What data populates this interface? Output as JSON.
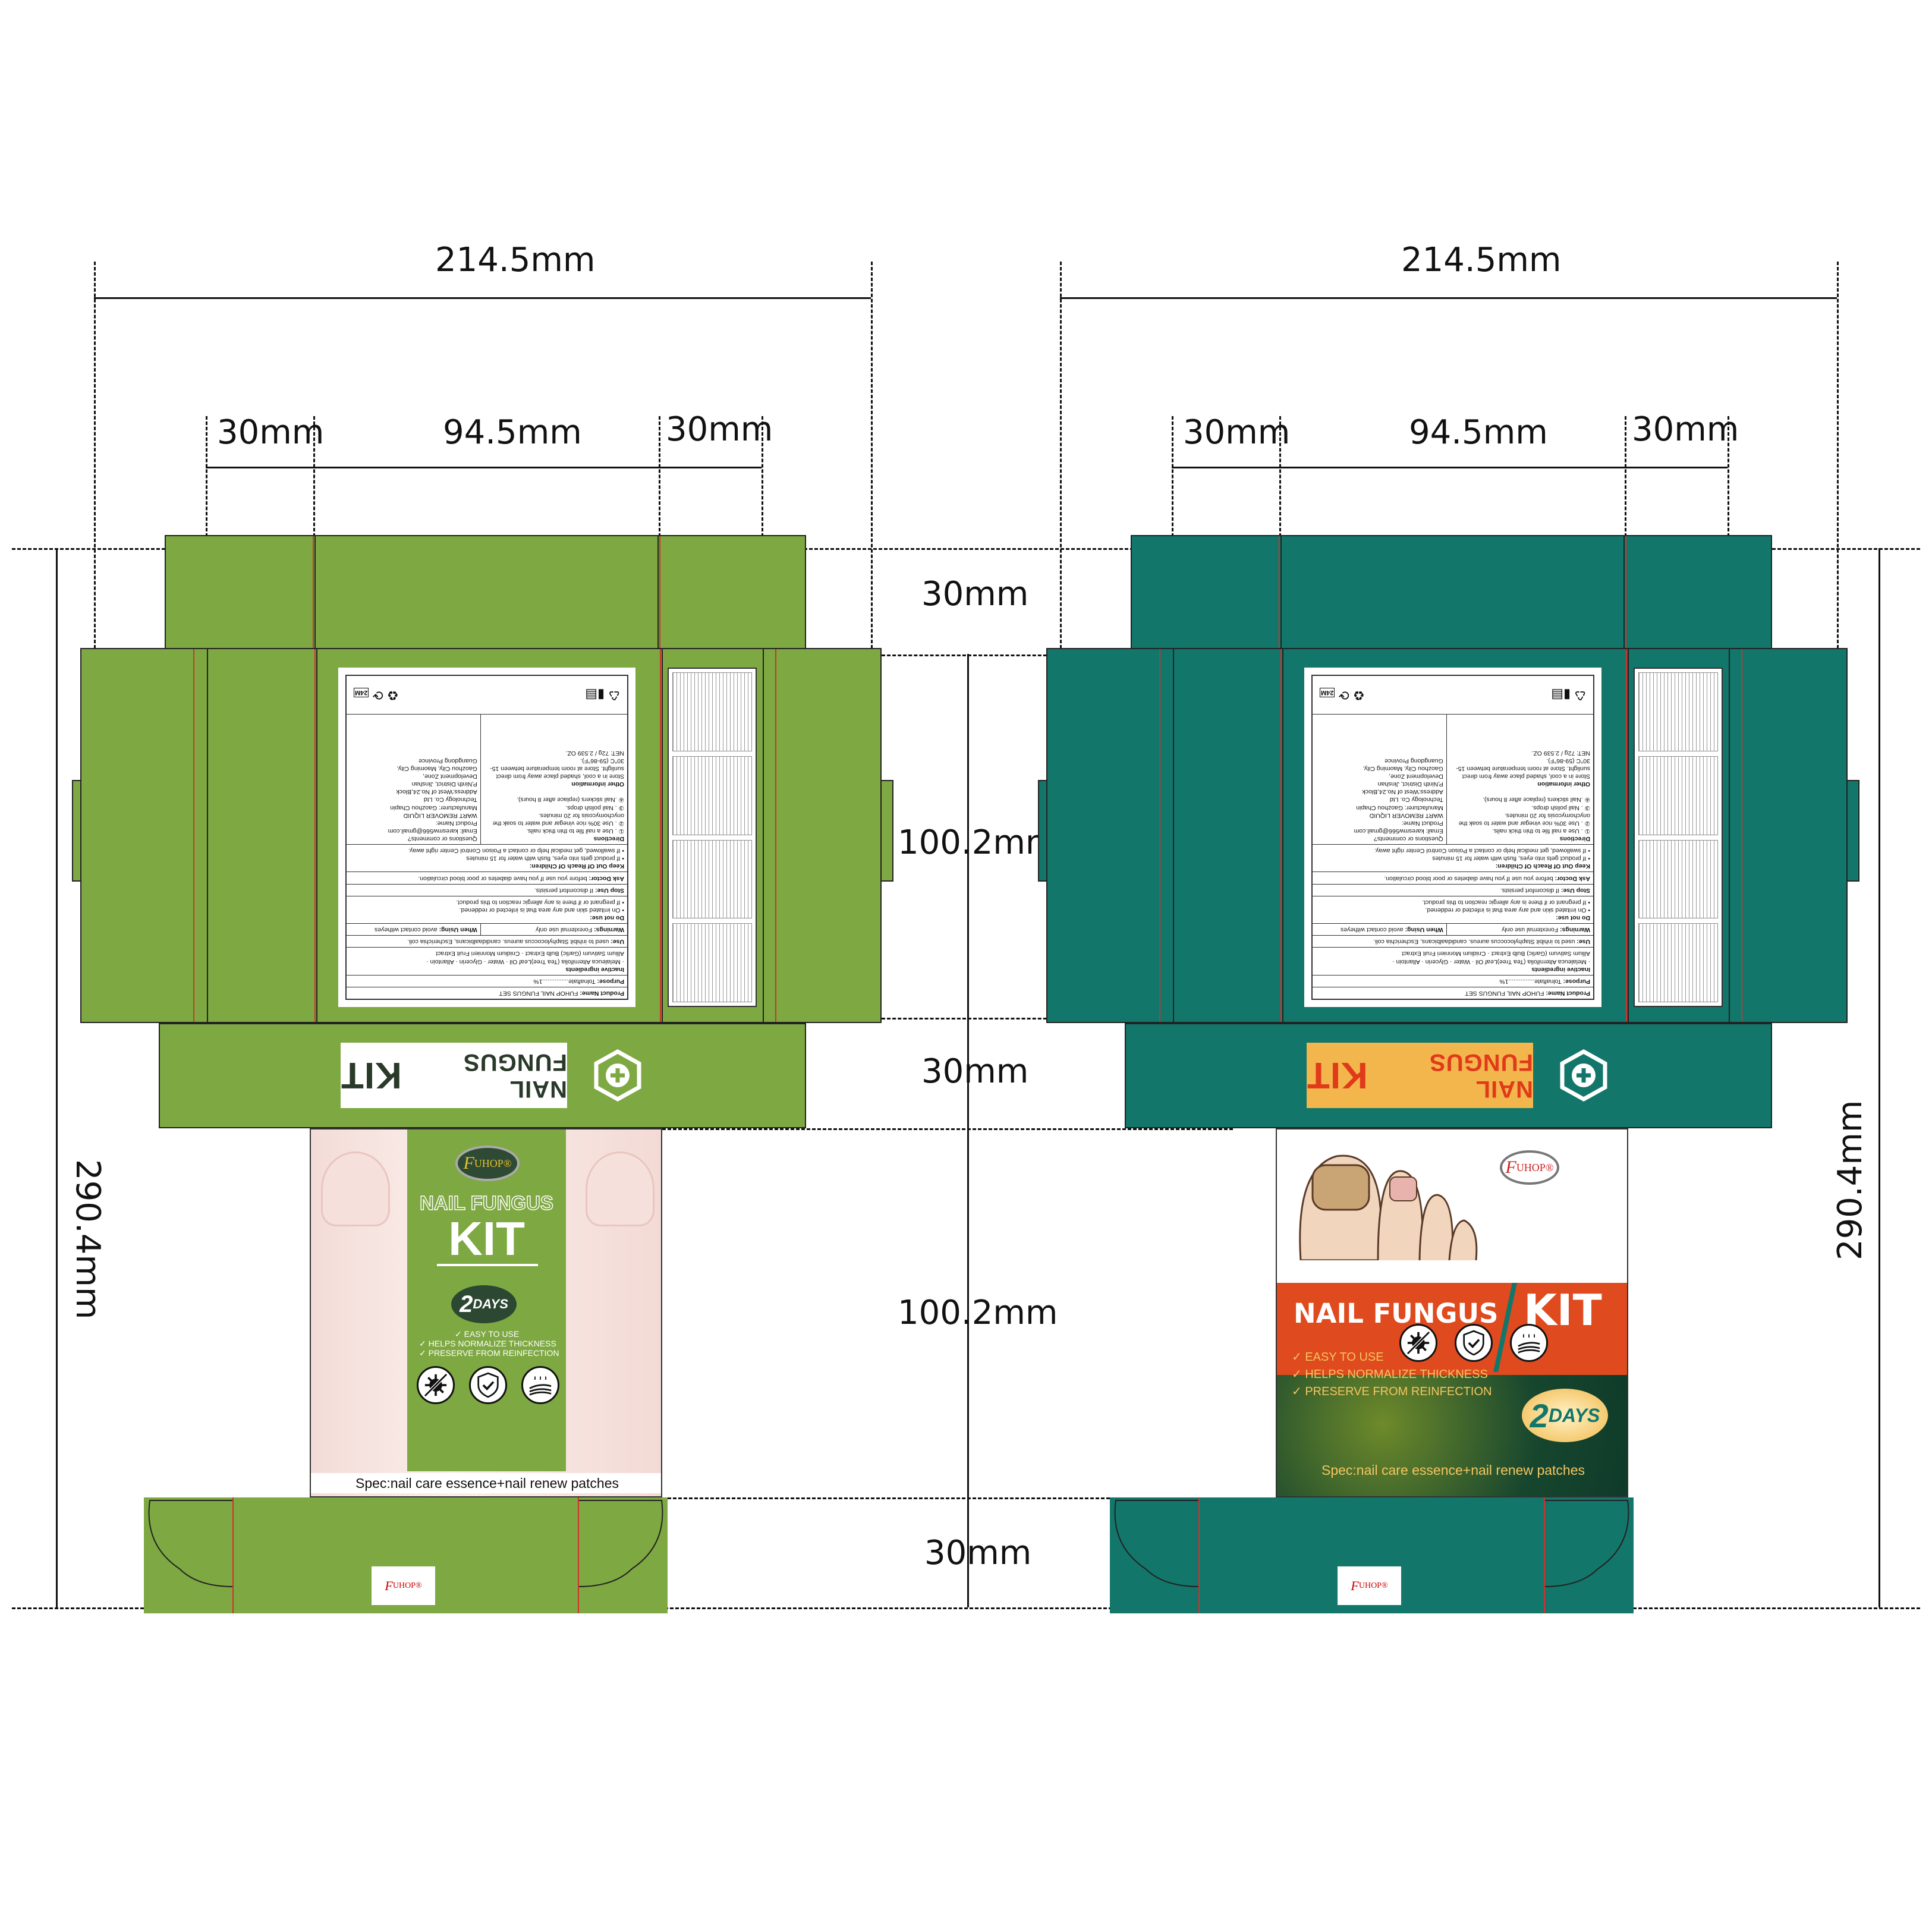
{
  "dimensions": {
    "overall_width": "214.5mm",
    "side_width_left": "30mm",
    "front_width": "94.5mm",
    "side_width_right": "30mm",
    "top_flap_height": "30mm",
    "back_height": "100.2mm",
    "side_flap_height": "30mm",
    "front_height": "100.2mm",
    "tuck_height": "30mm",
    "overall_height": "290.4mm"
  },
  "label": {
    "product_name_label": "Product Name:",
    "product_name": "FUHOP NAIL FUNGUS SET",
    "purpose_label": "Purpose:",
    "purpose": "Tolnaftate...............1%",
    "inactive_label": "Inactive ingredients",
    "inactive_1": "· Melaleuca Alternifolia (Tea Tree)Leaf Oil · Water · Glycerin · Allantoin ·",
    "inactive_2": "Allium Sativum (Garlic) Bulb Extract · Cnidium Monnieri Fruit Extract",
    "use_label": "Use:",
    "use": "used to inhibit Staphylococcus aureus. candidaalbicans, Escherichia coli.",
    "warnings_label": "Warnings:",
    "warnings": "Forexternal use only",
    "when_using_label": "When Using:",
    "when_using": "avoid contact witheyes",
    "do_not_use_label": "Do not use:",
    "do_not_use_1": "• On irritated skin and any area that is infected or reddened.",
    "do_not_use_2": "• If pregnant or if there is any allergic reaction to this product.",
    "stop_use_label": "Stop Use:",
    "stop_use": "If discomfort persists.",
    "ask_doctor_label": "Ask Doctor:",
    "ask_doctor": "before you use If you have diabetes or poor blood circulation.",
    "keep_out_label": "Keep Out Of Reach Of Children:",
    "keep_out_1": "• If product gets into eyes, flush with water for 15 minutes",
    "keep_out_2": "• If swallowed, get medical help or contact a Poison Control Center right away.",
    "directions_label": "Directions",
    "directions": [
      "① . Use a nail file to thin thick nails.",
      "② . Use 30% rice vinegar and water to soak the onychomycosis for 20 minutes.",
      "③ . Nail polish drops.",
      "④ .Nail stickers (replace after 8 hours)."
    ],
    "other_label": "Other information",
    "other": "Store in a cool, shaded place away from direct sunlight. Store at room temperature between 15-30°C (59-86°F).",
    "net": "NET: 72g / 2.539 OZ.",
    "contact": [
      "Questions or comments?",
      "Email: karesmw566@gmail.com",
      "Product Name:",
      "WART REMOVER LIQUID",
      "Manufacturer: Gaozhou Chapin",
      "Technology Co. Ltd",
      "Address:West of No.24,Block",
      "P,Ninth District, Jinshan",
      "Development Zone,",
      "Gaozhou City, Maoming City,",
      "Guangdong Province"
    ],
    "badge_24m": "24M"
  },
  "banner": {
    "text": "NAIL FUNGUS",
    "kit": "KIT"
  },
  "front": {
    "logo": "UHOP®",
    "logo_f": "F",
    "title": "NAIL FUNGUS",
    "kit": "KIT",
    "days_num": "2",
    "days": "DAYS",
    "benefits": [
      "EASY TO USE",
      "HELPS NORMALIZE THICKNESS",
      "PRESERVE FROM REINFECTION"
    ],
    "spec": "Spec:nail care essence+nail renew patches"
  },
  "colors": {
    "green": "#7ea842",
    "teal": "#12766a",
    "orange": "#df4a1e",
    "yellow": "#f3b64c"
  }
}
